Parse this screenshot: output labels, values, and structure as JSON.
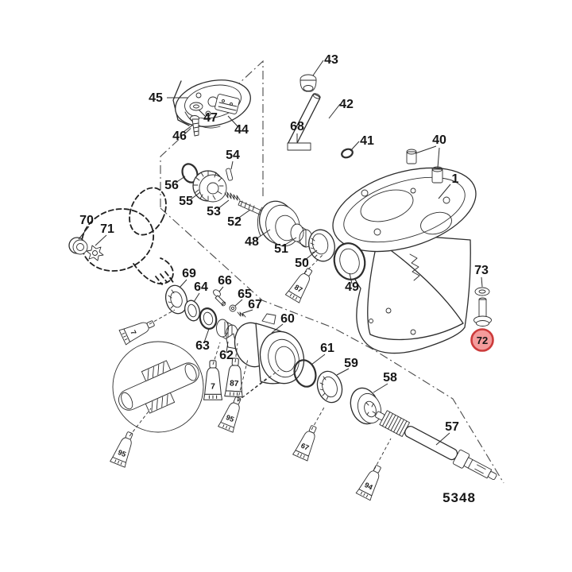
{
  "figure": {
    "drawing_number": "5348",
    "description": "Gearcase exploded parts diagram"
  },
  "highlight": {
    "number": "72",
    "fill": "#f49c9c",
    "stroke": "#cc3b3b"
  },
  "callouts": {
    "n1": "1",
    "n40": "40",
    "n41": "41",
    "n42": "42",
    "n43": "43",
    "n44": "44",
    "n45": "45",
    "n46": "46",
    "n47": "47",
    "n48": "48",
    "n49": "49",
    "n50": "50",
    "n51": "51",
    "n52": "52",
    "n53": "53",
    "n54": "54",
    "n55": "55",
    "n56": "56",
    "n57": "57",
    "n58": "58",
    "n59": "59",
    "n60": "60",
    "n61": "61",
    "n62": "62",
    "n63": "63",
    "n64": "64",
    "n65": "65",
    "n66": "66",
    "n67": "67",
    "n68": "68",
    "n69": "69",
    "n70": "70",
    "n71": "71",
    "n72": "72",
    "n73": "73"
  },
  "tubes": {
    "upper7": "7",
    "mid7": "7",
    "mid87": "87",
    "bearing87": "87",
    "mid95": "95",
    "lower95": "95",
    "lower67": "67",
    "shaft94": "94"
  }
}
